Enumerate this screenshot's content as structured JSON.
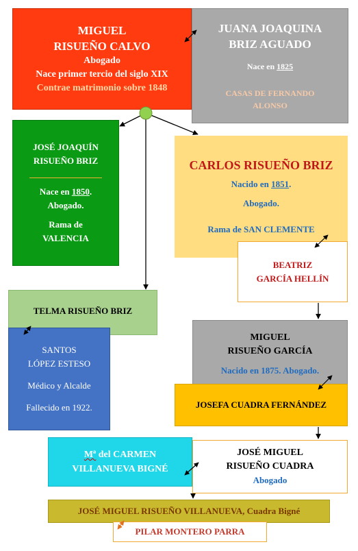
{
  "miguel": {
    "name_line1": "MIGUEL",
    "name_line2": "RISUEÑO CALVO",
    "profession": "Abogado",
    "born": "Nace primer tercio del siglo XIX",
    "married": "Contrae matrimonio sobre 1848"
  },
  "juana": {
    "name_line1": "JUANA JOAQUINA",
    "name_line2": "BRIZ AGUADO",
    "born_prefix": "Nace en ",
    "born_year": "1825",
    "place_line1": "CASAS DE FERNANDO",
    "place_line2": "ALONSO"
  },
  "jose_joaquin": {
    "name_line1": "JOSÉ JOAQUÍN",
    "name_line2": "RISUEÑO BRIZ",
    "born_prefix": "Nace en ",
    "born_year": "1850",
    "born_suffix": ".",
    "profession": "Abogado.",
    "branch_line1": "Rama de",
    "branch_line2": "VALENCIA"
  },
  "carlos": {
    "name": "CARLOS RISUEÑO BRIZ",
    "born_prefix": "Nacido en ",
    "born_year": "1851",
    "born_suffix": ".",
    "profession": "Abogado.",
    "branch": "Rama de SAN CLEMENTE"
  },
  "beatriz": {
    "name_line1": "BEATRIZ",
    "name_line2": "GARCÍA HELLÍN"
  },
  "telma": {
    "name": "TELMA RISUEÑO BRIZ"
  },
  "santos": {
    "name_line1": "SANTOS",
    "name_line2": "LÓPEZ ESTESO",
    "profession": "Médico y Alcalde",
    "died": "Fallecido en 1922."
  },
  "miguel_garcia": {
    "name_line1": "MIGUEL",
    "name_line2": "RISUEÑO GARCÍA",
    "born": "Nacido en 1875. Abogado."
  },
  "josefa": {
    "name": "JOSEFA CUADRA FERNÁNDEZ"
  },
  "carmen": {
    "name_prefix": "Mª",
    "name_line1_rest": " del CARMEN",
    "name_line2": "VILLANUEVA BIGNÉ"
  },
  "jose_miguel": {
    "name_line1": "JOSÉ MIGUEL",
    "name_line2": "RISUEÑO CUADRA",
    "profession": "Abogado"
  },
  "bottom": {
    "name": "JOSÉ MIGUEL RISUEÑO VILLANUEVA, Cuadra Bigné"
  },
  "pilar": {
    "name": "PILAR MONTERO PARRA"
  },
  "colors": {
    "miguel": "#ff3b0f",
    "juana": "#a9a9a9",
    "jose_joaquin": "#0a9a13",
    "carlos": "#ffdd80",
    "telma": "#a9d18e",
    "santos": "#4472c4",
    "josefa": "#ffc000",
    "carmen": "#1fd7e8",
    "bottom": "#c8b92e",
    "node": "#92d050"
  }
}
